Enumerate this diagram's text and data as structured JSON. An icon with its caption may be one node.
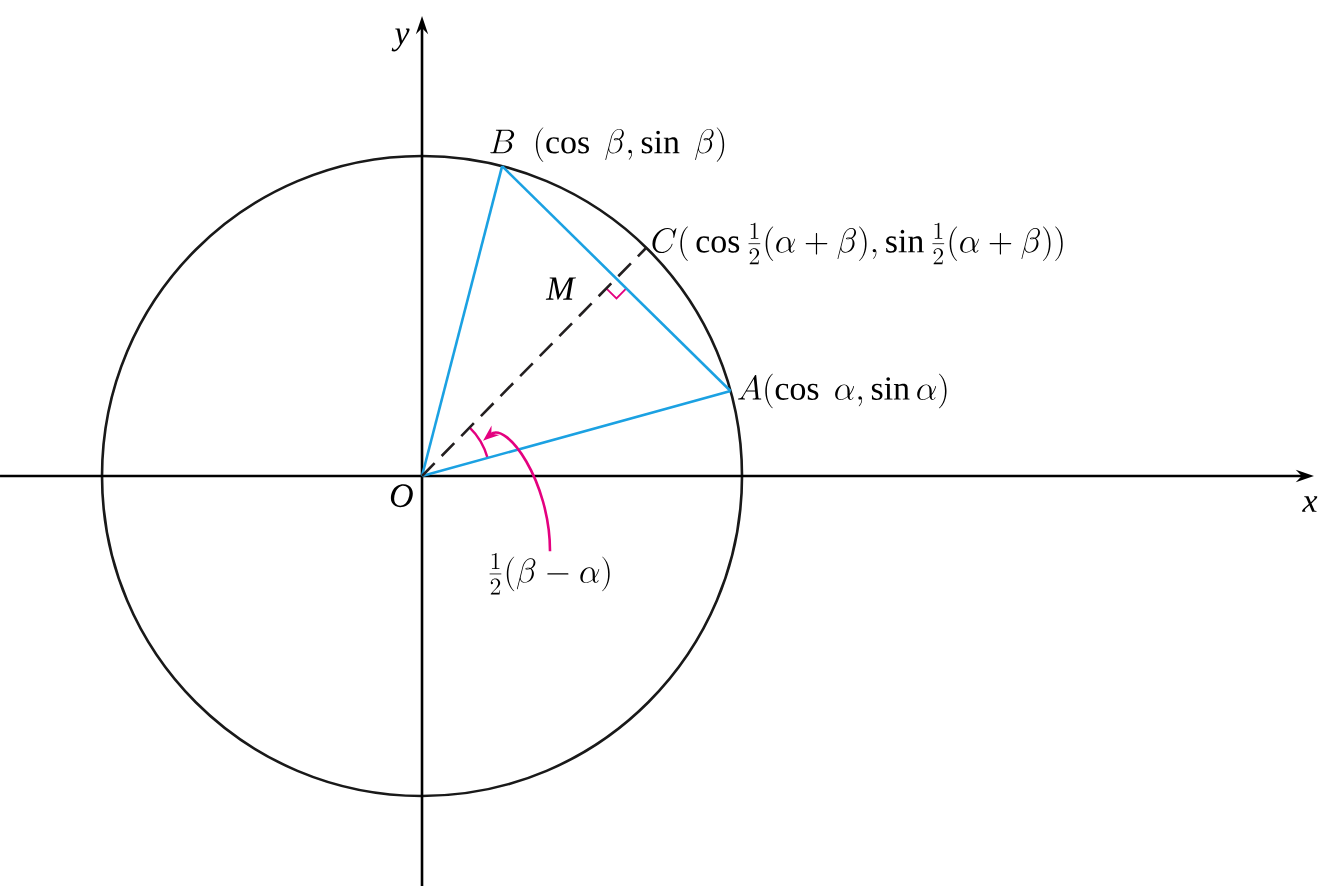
{
  "diagram": {
    "nodes": [
      {
        "text": [
          "O"
        ]
      },
      {
        "text": [
          "A(\\cos\\ \\alpha,\\sin\\alpha)"
        ]
      },
      {
        "text": [
          "B\\ \\ (\\cos\\ \\beta,\\sin\\ \\beta)"
        ]
      },
      {
        "text": [
          "C\\Big(\\cos\\frac{1}{2}(\\alpha+\\beta),\\sin\\frac{1}{2}(\\alpha+\\beta)\\Big)"
        ]
      },
      {
        "text": [
          "M"
        ]
      },
      {
        "text": [
          "\\frac{1}{2}(\\beta-\\alpha)"
        ]
      },
      {
        "text": [],
        "shape": "arc"
      }
    ],
    "edges": [
      {
        "from": 0,
        "to": 1,
        "arrow": "none"
      },
      {
        "from": 0,
        "to": 2,
        "arrow": "none"
      },
      {
        "from": 2,
        "to": 1,
        "arrow": "none"
      },
      {
        "from": 0,
        "to": 3,
        "arrow": "none",
        "style": "dashed",
        "color": "#231f20"
      },
      {
        "from": 5,
        "to": 6,
        "arrow": "to",
        "color": "#e4007f"
      }
    ],
    "labels": [
      "x",
      "y"
    ]
  }
}
